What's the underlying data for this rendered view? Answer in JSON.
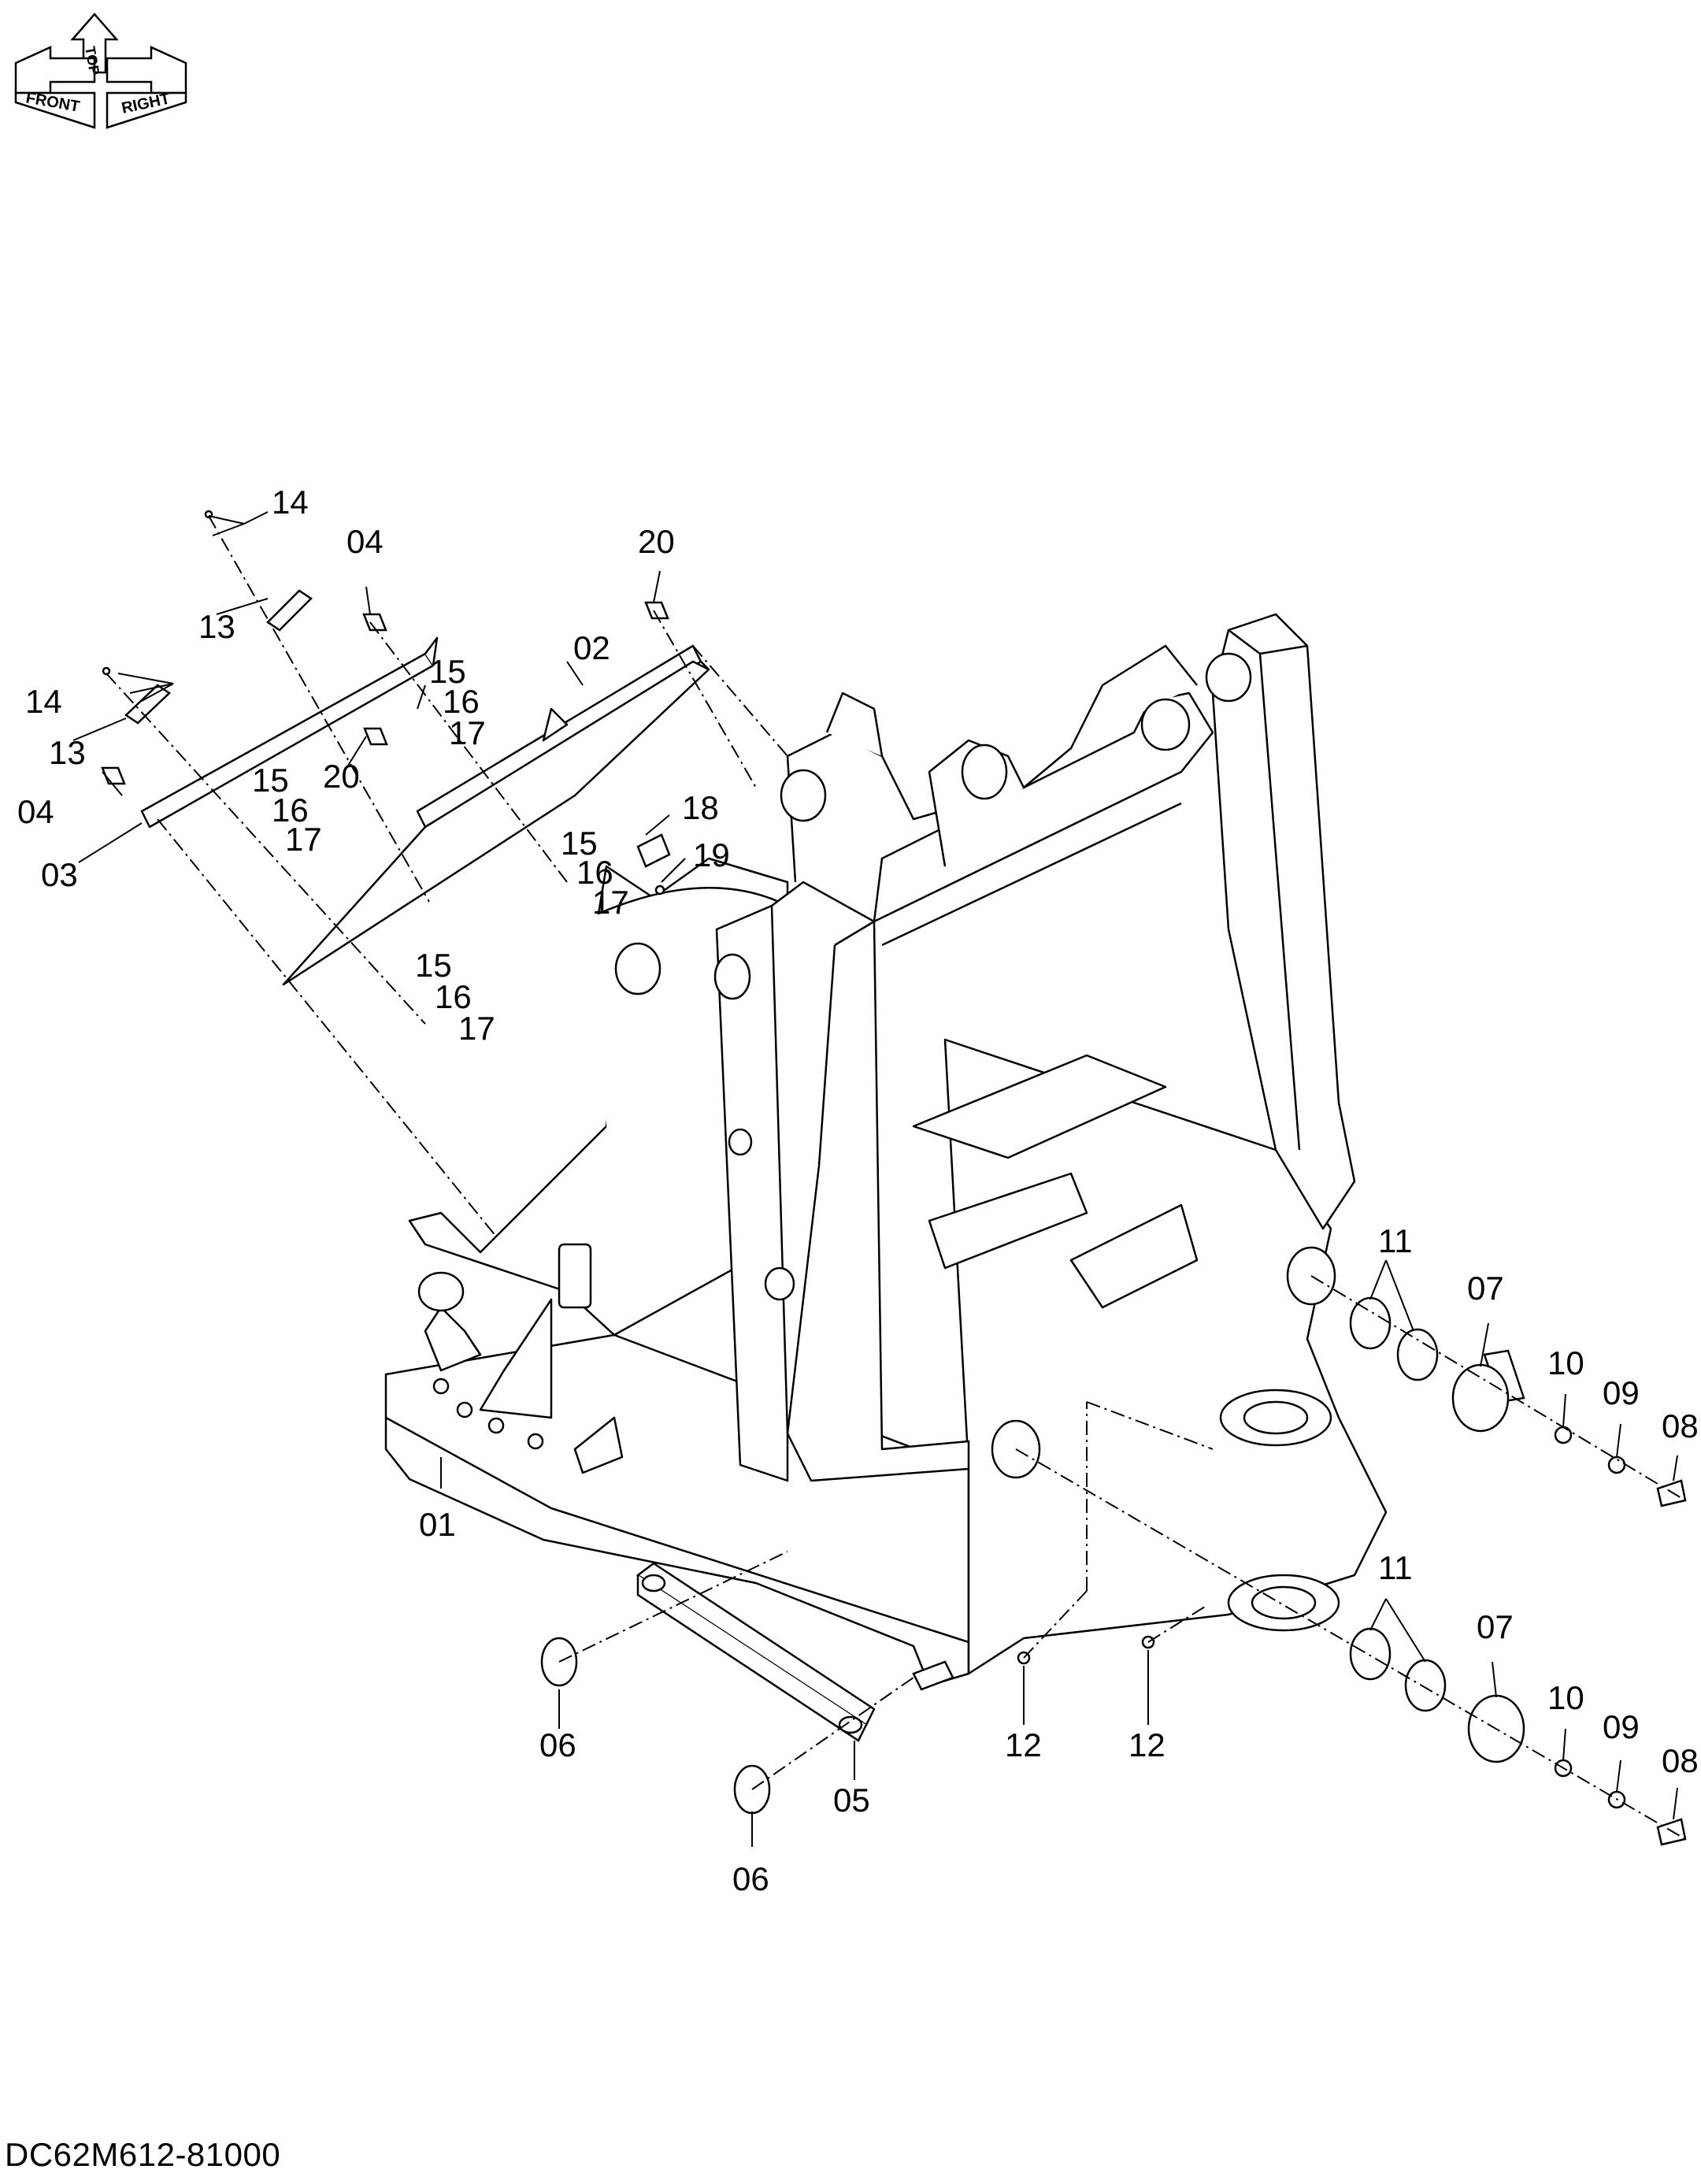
{
  "orientation": {
    "front": "FRONT",
    "top": "TOP",
    "right": "RIGHT"
  },
  "callouts": {
    "c01": "01",
    "c02": "02",
    "c03": "03",
    "c04a": "04",
    "c04b": "04",
    "c05": "05",
    "c06a": "06",
    "c06b": "06",
    "c07a": "07",
    "c07b": "07",
    "c08a": "08",
    "c08b": "08",
    "c09a": "09",
    "c09b": "09",
    "c10a": "10",
    "c10b": "10",
    "c11a": "11",
    "c11b": "11",
    "c12a": "12",
    "c12b": "12",
    "c13a": "13",
    "c13b": "13",
    "c14a": "14",
    "c14b": "14",
    "c15a": "15",
    "c15b": "15",
    "c15c": "15",
    "c15d": "15",
    "c16a": "16",
    "c16b": "16",
    "c16c": "16",
    "c16d": "16",
    "c17a": "17",
    "c17b": "17",
    "c17c": "17",
    "c17d": "17",
    "c18": "18",
    "c19": "19",
    "c20a": "20",
    "c20b": "20"
  },
  "document_code": "DC62M612-81000"
}
